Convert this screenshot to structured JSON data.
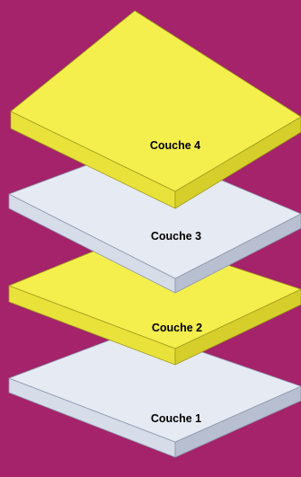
{
  "diagram": {
    "background_color": "#a4236a",
    "layers": [
      {
        "label": "Couche 1",
        "color": "gray"
      },
      {
        "label": "Couche 2",
        "color": "yellow"
      },
      {
        "label": "Couche 3",
        "color": "gray"
      },
      {
        "label": "Couche 4",
        "color": "yellow"
      }
    ]
  },
  "colors": {
    "yellow": {
      "top": "#f4ef4d",
      "front": "#e9e23a",
      "side": "#d6cf2b",
      "edge": "#9f9a1d"
    },
    "gray": {
      "top": "#e6eaf3",
      "front": "#d6dce8",
      "side": "#b7bfd0",
      "edge": "#8b96ad"
    }
  }
}
